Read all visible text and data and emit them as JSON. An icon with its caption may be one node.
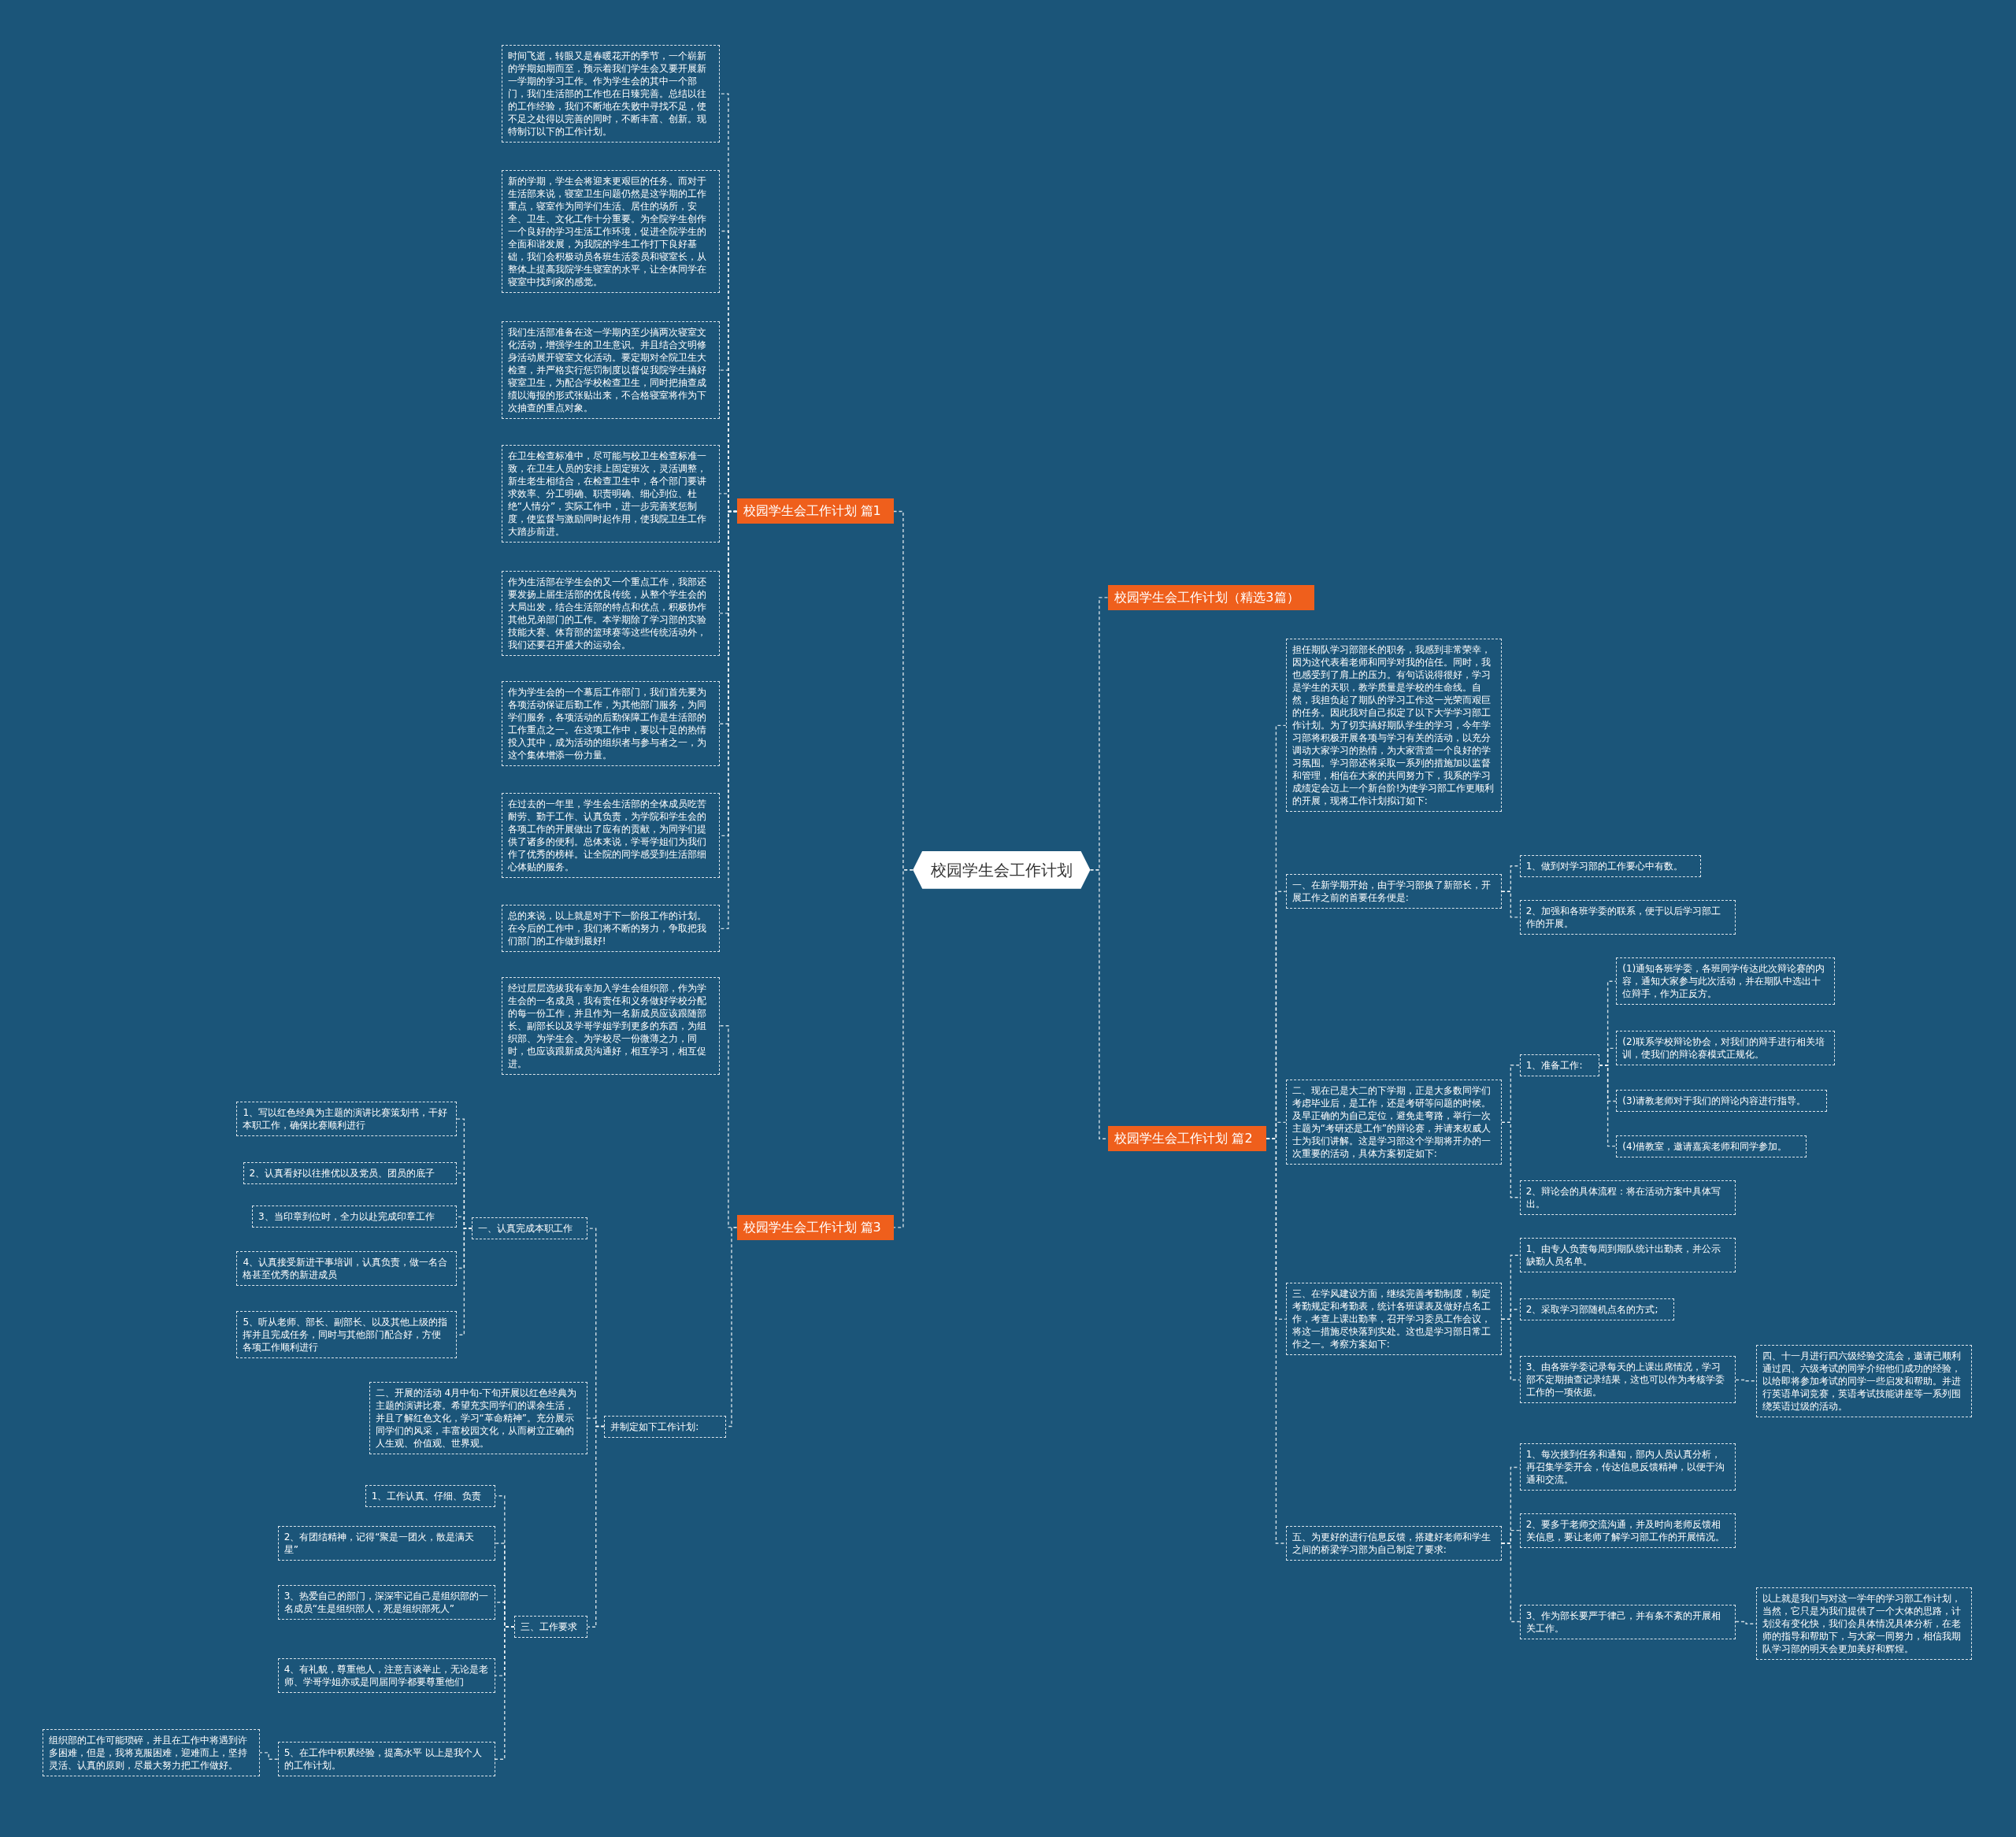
{
  "diagram": {
    "nodes": [
      {
        "text": [
          "校园学生会工作计划"
        ]
      },
      {
        "text": [
          "校园学生会工作计划 篇1"
        ]
      },
      {
        "text": [
          "时间飞逝，转眼又是春暖花开的季节，一个崭新的学期如期而至，预示着我们学生会又要开展新一学期的学习工作。作为学生会的其中一个部门，我们生活部的工作也在日臻完善。总结以往的工作经验，我们不断地在失败中寻找不足，使不足之处得以完善的同时，不断丰富、创新。现特制订以下的工作计划。"
        ]
      },
      {
        "text": [
          "新的学期，学生会将迎来更艰巨的任务。而对于生活部来说，寝室卫生问题仍然是这学期的工作重点，寝室作为同学们生活、居住的场所，安全、卫生、文化工作十分重要。为全院学生创作一个良好的学习生活工作环境，促进全院学生的全面和谐发展，为我院的学生工作打下良好基础，我们会积极动员各班生活委员和寝室长，从整体上提高我院学生寝室的水平，让全体同学在寝室中找到家的感觉。"
        ]
      },
      {
        "text": [
          "我们生活部准备在这一学期内至少搞两次寝室文化活动，增强学生的卫生意识。并且结合文明修身活动展开寝室文化活动。要定期对全院卫生大检查，并严格实行惩罚制度以督促我院学生搞好寝室卫生，为配合学校检查卫生，同时把抽查成绩以海报的形式张贴出来，不合格寝室将作为下次抽查的重点对象。"
        ]
      },
      {
        "text": [
          "在卫生检查标准中，尽可能与校卫生检查标准一致，在卫生人员的安排上固定班次，灵活调整，新生老生相结合，在检查卫生中，各个部门要讲求效率、分工明确、职责明确、细心到位、杜绝“人情分”，实际工作中，进一步完善奖惩制度，使监督与激励同时起作用，使我院卫生工作大踏步前进。"
        ]
      },
      {
        "text": [
          "作为生活部在学生会的又一个重点工作，我部还要发扬上届生活部的优良传统，从整个学生会的大局出发，结合生活部的特点和优点，积极协作其他兄弟部门的工作。本学期除了学习部的实验技能大赛、体育部的篮球赛等这些传统活动外，我们还要召开盛大的运动会。"
        ]
      },
      {
        "text": [
          "作为学生会的一个幕后工作部门，我们首先要为各项活动保证后勤工作，为其他部门服务，为同学们服务，各项活动的后勤保障工作是生活部的工作重点之一。在这项工作中，要以十足的热情投入其中，成为活动的组织者与参与者之一，为这个集体增添一份力量。"
        ]
      },
      {
        "text": [
          "在过去的一年里，学生会生活部的全体成员吃苦耐劳、勤于工作、认真负责，为学院和学生会的各项工作的开展做出了应有的贡献，为同学们提供了诸多的便利。总体来说，学哥学姐们为我们作了优秀的榜样。让全院的同学感受到生活部细心体贴的服务。"
        ]
      },
      {
        "text": [
          "总的来说，以上就是对于下一阶段工作的计划。在今后的工作中，我们将不断的努力，争取把我们部门的工作做到最好!"
        ]
      },
      {
        "text": [
          "校园学生会工作计划 篇3"
        ]
      },
      {
        "text": [
          "经过层层选拔我有幸加入学生会组织部，作为学生会的一名成员，我有责任和义务做好学校分配的每一份工作，并且作为一名新成员应该跟随部长、副部长以及学哥学姐学到更多的东西，为组织部、为学生会、为学校尽一份微薄之力，同时，也应该跟新成员沟通好，相互学习，相互促进。"
        ]
      },
      {
        "text": [
          "并制定如下工作计划:"
        ]
      },
      {
        "text": [
          "一、认真完成本职工作"
        ]
      },
      {
        "text": [
          "1、写以红色经典为主题的演讲比赛策划书，干好本职工作，确保比赛顺利进行"
        ]
      },
      {
        "text": [
          "2、认真看好以往推优以及党员、团员的底子"
        ]
      },
      {
        "text": [
          "3、当印章到位时，全力以赴完成印章工作"
        ]
      },
      {
        "text": [
          "4、认真接受新进干事培训，认真负责，做一名合格甚至优秀的新进成员"
        ]
      },
      {
        "text": [
          "5、听从老师、部长、副部长、以及其他上级的指挥并且完成任务，同时与其他部门配合好，方便各项工作顺利进行"
        ]
      },
      {
        "text": [
          "二、开展的活动 4月中旬-下旬开展以红色经典为主题的演讲比赛。希望充实同学们的课余生活，并且了解红色文化，学习“革命精神”。充分展示同学们的风采，丰富校园文化，从而树立正确的人生观、价值观、世界观。"
        ]
      },
      {
        "text": [
          "三、工作要求"
        ]
      },
      {
        "text": [
          "1、工作认真、仔细、负责"
        ]
      },
      {
        "text": [
          "2、有团结精神，记得“聚是一团火，散是满天星”"
        ]
      },
      {
        "text": [
          "3、热爱自己的部门，深深牢记自己是组织部的一名成员“生是组织部人，死是组织部死人”"
        ]
      },
      {
        "text": [
          "4、有礼貌，尊重他人，注意言谈举止，无论是老师、学哥学姐亦或是同届同学都要尊重他们"
        ]
      },
      {
        "text": [
          "5、在工作中积累经验，提高水平 以上是我个人的工作计划。"
        ]
      },
      {
        "text": [
          "组织部的工作可能琐碎，并且在工作中将遇到许多困难，但是，我将克服困难，迎难而上，坚持灵活、认真的原则，尽最大努力把工作做好。"
        ]
      },
      {
        "text": [
          "校园学生会工作计划（精选3篇）"
        ]
      },
      {
        "text": [
          "校园学生会工作计划 篇2"
        ]
      },
      {
        "text": [
          "担任期队学习部部长的职务，我感到非常荣幸，因为这代表着老师和同学对我的信任。同时，我也感受到了肩上的压力。有句话说得很好，学习是学生的天职，教学质量是学校的生命线。自然，我担负起了期队的学习工作这一光荣而艰巨的任务。因此我对自己拟定了以下大学学习部工作计划。为了切实搞好期队学生的学习，今年学习部将积极开展各项与学习有关的活动，以充分调动大家学习的热情，为大家营造一个良好的学习氛围。学习部还将采取一系列的措施加以监督和管理，相信在大家的共同努力下，我系的学习成绩定会迈上一个新台阶!为使学习部工作更顺利的开展，现将工作计划拟订如下:"
        ]
      },
      {
        "text": [
          "一、在新学期开始，由于学习部换了新部长，开展工作之前的首要任务便是:"
        ]
      },
      {
        "text": [
          "1、做到对学习部的工作要心中有数。"
        ]
      },
      {
        "text": [
          "2、加强和各班学委的联系，便于以后学习部工作的开展。"
        ]
      },
      {
        "text": [
          "二、现在已是大二的下学期，正是大多数同学们考虑毕业后，是工作，还是考研等问题的时候。及早正确的为自己定位，避免走弯路，举行一次主题为“考研还是工作”的辩论赛，并请来权威人士为我们讲解。这是学习部这个学期将开办的一次重要的活动，具体方案初定如下:"
        ]
      },
      {
        "text": [
          "1、准备工作:"
        ]
      },
      {
        "text": [
          "(1)通知各班学委，各班同学传达此次辩论赛的内容，通知大家参与此次活动，并在期队中选出十位辩手，作为正反方。"
        ]
      },
      {
        "text": [
          "(2)联系学校辩论协会，对我们的辩手进行相关培训，使我们的辩论赛模式正规化。"
        ]
      },
      {
        "text": [
          "(3)请教老师对于我们的辩论内容进行指导。"
        ]
      },
      {
        "text": [
          "(4)借教室，邀请嘉宾老师和同学参加。"
        ]
      },
      {
        "text": [
          "2、辩论会的具体流程：将在活动方案中具体写出。"
        ]
      },
      {
        "text": [
          "三、在学风建设方面，继续完善考勤制度，制定考勤规定和考勤表，统计各班课表及做好点名工作，考查上课出勤率，召开学习委员工作会议，将这一措施尽快落到实处。这也是学习部日常工作之一。考察方案如下:"
        ]
      },
      {
        "text": [
          "1、由专人负责每周到期队统计出勤表，并公示缺勤人员名单。"
        ]
      },
      {
        "text": [
          "2、采取学习部随机点名的方式;"
        ]
      },
      {
        "text": [
          "3、由各班学委记录每天的上课出席情况，学习部不定期抽查记录结果，这也可以作为考核学委工作的一项依据。"
        ]
      },
      {
        "text": [
          "四、十一月进行四六级经验交流会，邀请已顺利通过四、六级考试的同学介绍他们成功的经验，以给即将参加考试的同学一些启发和帮助。并进行英语单词竞赛，英语考试技能讲座等一系列围绕英语过级的活动。"
        ]
      },
      {
        "text": [
          "五、为更好的进行信息反馈，搭建好老师和学生之间的桥梁学习部为自己制定了要求:"
        ]
      },
      {
        "text": [
          "1、每次接到任务和通知，部内人员认真分析，再召集学委开会，传达信息反馈精神，以便于沟通和交流。"
        ]
      },
      {
        "text": [
          "2、要多于老师交流沟通，并及时向老师反馈相关信息，要让老师了解学习部工作的开展情况。"
        ]
      },
      {
        "text": [
          "3、作为部长要严于律己，并有条不紊的开展相关工作。"
        ]
      },
      {
        "text": [
          "以上就是我们与对这一学年的学习部工作计划，当然，它只是为我们提供了一个大体的思路，计划没有变化快，我们会具体情况具体分析，在老师的指导和帮助下，与大家一同努力，相信我期队学习部的明天会更加美好和辉煌。"
        ]
      }
    ],
    "edges": [
      {
        "from": 0,
        "to": 1,
        "arrow": "none"
      },
      {
        "from": 0,
        "to": 10,
        "arrow": "none"
      },
      {
        "from": 0,
        "to": 27,
        "arrow": "none"
      },
      {
        "from": 0,
        "to": 28,
        "arrow": "none"
      },
      {
        "from": 1,
        "to": 2,
        "arrow": "none"
      },
      {
        "from": 1,
        "to": 3,
        "arrow": "none"
      },
      {
        "from": 1,
        "to": 4,
        "arrow": "none"
      },
      {
        "from": 1,
        "to": 5,
        "arrow": "none"
      },
      {
        "from": 1,
        "to": 6,
        "arrow": "none"
      },
      {
        "from": 1,
        "to": 7,
        "arrow": "none"
      },
      {
        "from": 1,
        "to": 8,
        "arrow": "none"
      },
      {
        "from": 1,
        "to": 9,
        "arrow": "none"
      },
      {
        "from": 10,
        "to": 11,
        "arrow": "none"
      },
      {
        "from": 10,
        "to": 12,
        "arrow": "none"
      },
      {
        "from": 12,
        "to": 13,
        "arrow": "none"
      },
      {
        "from": 12,
        "to": 19,
        "arrow": "none"
      },
      {
        "from": 12,
        "to": 20,
        "arrow": "none"
      },
      {
        "from": 13,
        "to": 14,
        "arrow": "none"
      },
      {
        "from": 13,
        "to": 15,
        "arrow": "none"
      },
      {
        "from": 13,
        "to": 16,
        "arrow": "none"
      },
      {
        "from": 13,
        "to": 17,
        "arrow": "none"
      },
      {
        "from": 13,
        "to": 18,
        "arrow": "none"
      },
      {
        "from": 20,
        "to": 21,
        "arrow": "none"
      },
      {
        "from": 20,
        "to": 22,
        "arrow": "none"
      },
      {
        "from": 20,
        "to": 23,
        "arrow": "none"
      },
      {
        "from": 20,
        "to": 24,
        "arrow": "none"
      },
      {
        "from": 20,
        "to": 25,
        "arrow": "none"
      },
      {
        "from": 25,
        "to": 26,
        "arrow": "none"
      },
      {
        "from": 28,
        "to": 29,
        "arrow": "none"
      },
      {
        "from": 28,
        "to": 30,
        "arrow": "none"
      },
      {
        "from": 28,
        "to": 33,
        "arrow": "none"
      },
      {
        "from": 28,
        "to": 40,
        "arrow": "none"
      },
      {
        "from": 28,
        "to": 45,
        "arrow": "none"
      },
      {
        "from": 30,
        "to": 31,
        "arrow": "none"
      },
      {
        "from": 30,
        "to": 32,
        "arrow": "none"
      },
      {
        "from": 33,
        "to": 34,
        "arrow": "none"
      },
      {
        "from": 33,
        "to": 39,
        "arrow": "none"
      },
      {
        "from": 34,
        "to": 35,
        "arrow": "none"
      },
      {
        "from": 34,
        "to": 36,
        "arrow": "none"
      },
      {
        "from": 34,
        "to": 37,
        "arrow": "none"
      },
      {
        "from": 34,
        "to": 38,
        "arrow": "none"
      },
      {
        "from": 40,
        "to": 41,
        "arrow": "none"
      },
      {
        "from": 40,
        "to": 42,
        "arrow": "none"
      },
      {
        "from": 40,
        "to": 43,
        "arrow": "none"
      },
      {
        "from": 43,
        "to": 44,
        "arrow": "none"
      },
      {
        "from": 45,
        "to": 46,
        "arrow": "none"
      },
      {
        "from": 45,
        "to": 47,
        "arrow": "none"
      },
      {
        "from": 45,
        "to": 48,
        "arrow": "none"
      },
      {
        "from": 48,
        "to": 49,
        "arrow": "none"
      }
    ]
  }
}
